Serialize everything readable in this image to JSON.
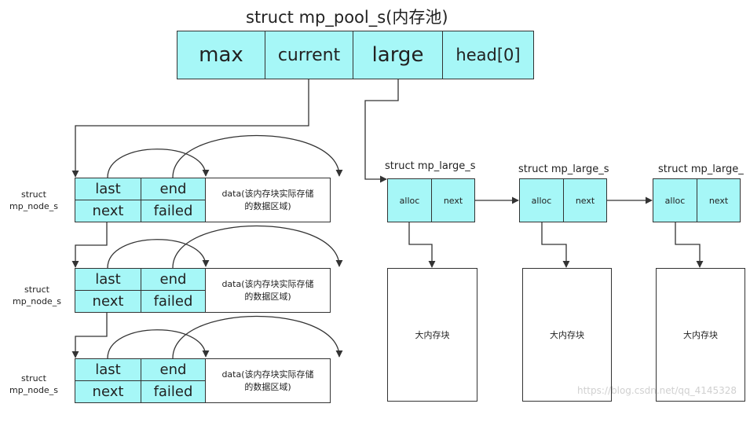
{
  "pool": {
    "title": "struct mp_pool_s(内存池)",
    "fields": [
      "max",
      "current",
      "large",
      "head[0]"
    ]
  },
  "nodes": [
    {
      "label_line1": "struct",
      "label_line2": "mp_node_s",
      "top_left": "last",
      "top_right": "end",
      "bottom_left": "next",
      "bottom_right": "failed",
      "data_line1": "data(该内存块实际存储",
      "data_line2": "的数据区域)"
    },
    {
      "label_line1": "struct",
      "label_line2": "mp_node_s",
      "top_left": "last",
      "top_right": "end",
      "bottom_left": "next",
      "bottom_right": "failed",
      "data_line1": "data(该内存块实际存储",
      "data_line2": "的数据区域)"
    },
    {
      "label_line1": "struct",
      "label_line2": "mp_node_s",
      "top_left": "last",
      "top_right": "end",
      "bottom_left": "next",
      "bottom_right": "failed",
      "data_line1": "data(该内存块实际存储",
      "data_line2": "的数据区域)"
    }
  ],
  "larges": [
    {
      "title": "struct mp_large_s",
      "alloc": "alloc",
      "next": "next",
      "block": "大内存块"
    },
    {
      "title": "struct mp_large_s",
      "alloc": "alloc",
      "next": "next",
      "block": "大内存块"
    },
    {
      "title": "struct mp_large_",
      "alloc": "alloc",
      "next": "next",
      "block": "大内存块"
    }
  ],
  "watermark": "https://blog.csdn.net/qq_4145328",
  "colors": {
    "cell_fill": "#a6f7f7",
    "line": "#333333"
  }
}
